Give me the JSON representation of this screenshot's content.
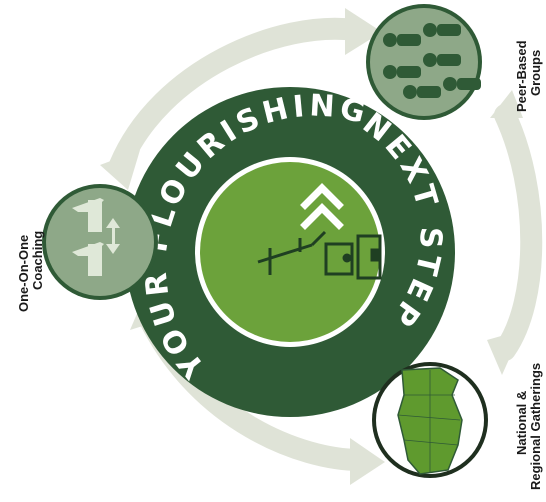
{
  "center": {
    "ring_text_top": "YOUR FLOURISHING",
    "ring_text_bottom": "NEXT STEP"
  },
  "nodes": {
    "left": {
      "line1": "One-On-One",
      "line2": "Coaching"
    },
    "top_right": {
      "line1": "Peer-Based",
      "line2": "Groups"
    },
    "bottom_right": {
      "line1": "National &",
      "line2": "Regional Gatherings"
    }
  },
  "colors": {
    "ring_dark": "#2f5a36",
    "center_green": "#6ca23b",
    "node_light": "#8ea888",
    "arrow": "#dfe3d7",
    "map_green": "#5f9a2e"
  }
}
